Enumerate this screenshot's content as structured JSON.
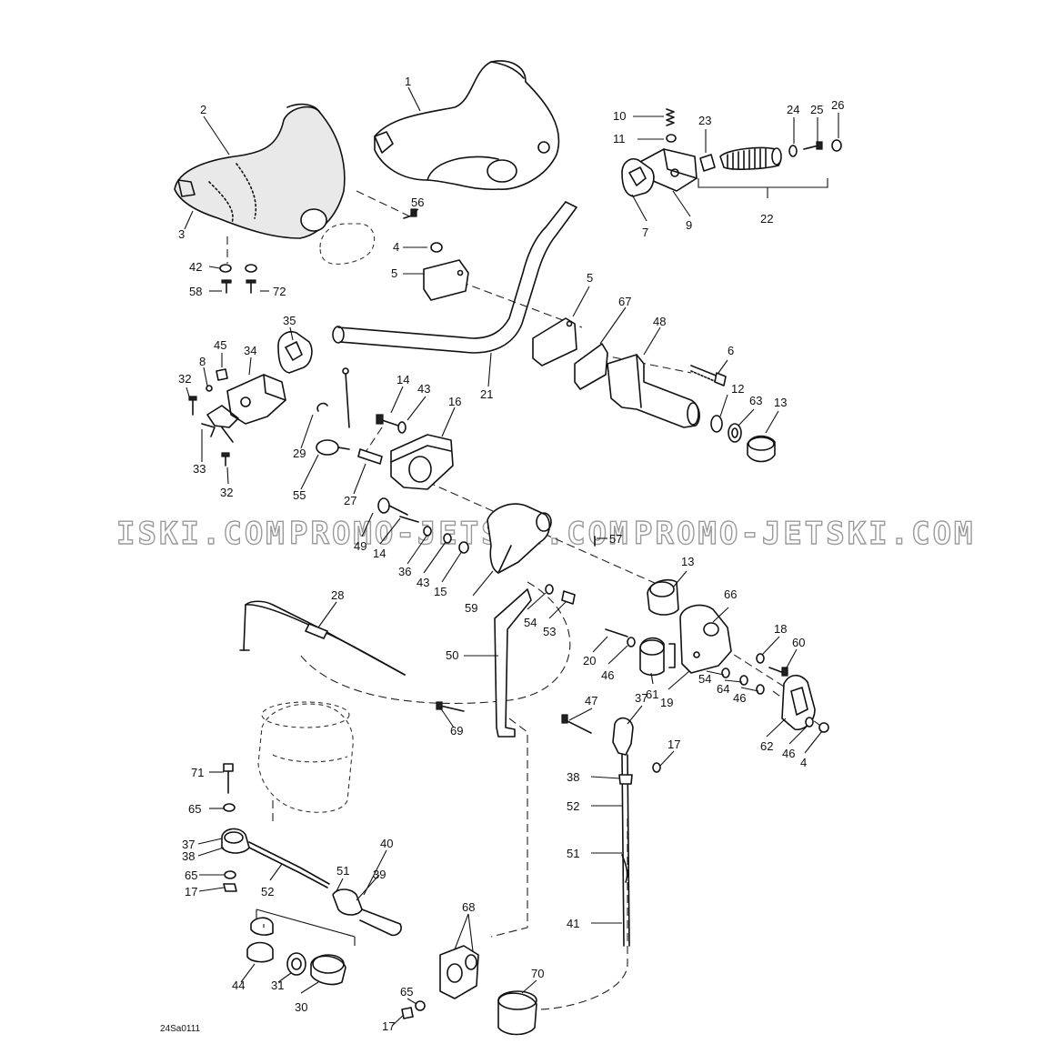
{
  "watermark": {
    "left": "ISKI.COM",
    "center": "PROMO-JETSKI.COM",
    "right": "PROMO-JETSKI.COM"
  },
  "reference_code": "24Sa0111",
  "callouts": {
    "c1": "1",
    "c2": "2",
    "c3": "3",
    "c4a": "4",
    "c4b": "4",
    "c5a": "5",
    "c5b": "5",
    "c6": "6",
    "c7": "7",
    "c8": "8",
    "c9": "9",
    "c10": "10",
    "c11": "11",
    "c12": "12",
    "c13a": "13",
    "c13b": "13",
    "c14a": "14",
    "c14b": "14",
    "c15": "15",
    "c16": "16",
    "c17a": "17",
    "c17b": "17",
    "c17c": "17",
    "c18": "18",
    "c19": "19",
    "c20": "20",
    "c21": "21",
    "c22": "22",
    "c23": "23",
    "c24": "24",
    "c25": "25",
    "c26": "26",
    "c27": "27",
    "c28": "28",
    "c29": "29",
    "c30": "30",
    "c31": "31",
    "c32a": "32",
    "c32b": "32",
    "c33": "33",
    "c34": "34",
    "c35": "35",
    "c36": "36",
    "c37a": "37",
    "c37b": "37",
    "c38a": "38",
    "c38b": "38",
    "c39": "39",
    "c40": "40",
    "c41": "41",
    "c42": "42",
    "c43a": "43",
    "c43b": "43",
    "c44": "44",
    "c45": "45",
    "c46a": "46",
    "c46b": "46",
    "c46c": "46",
    "c47": "47",
    "c48": "48",
    "c49": "49",
    "c50": "50",
    "c51a": "51",
    "c51b": "51",
    "c52a": "52",
    "c52b": "52",
    "c53": "53",
    "c54a": "54",
    "c54b": "54",
    "c55": "55",
    "c56": "56",
    "c57": "57",
    "c58": "58",
    "c59": "59",
    "c60": "60",
    "c61": "61",
    "c62": "62",
    "c63": "63",
    "c64": "64",
    "c65a": "65",
    "c65b": "65",
    "c65c": "65",
    "c66": "66",
    "c67": "67",
    "c68": "68",
    "c69": "69",
    "c70": "70",
    "c71": "71",
    "c72": "72"
  }
}
